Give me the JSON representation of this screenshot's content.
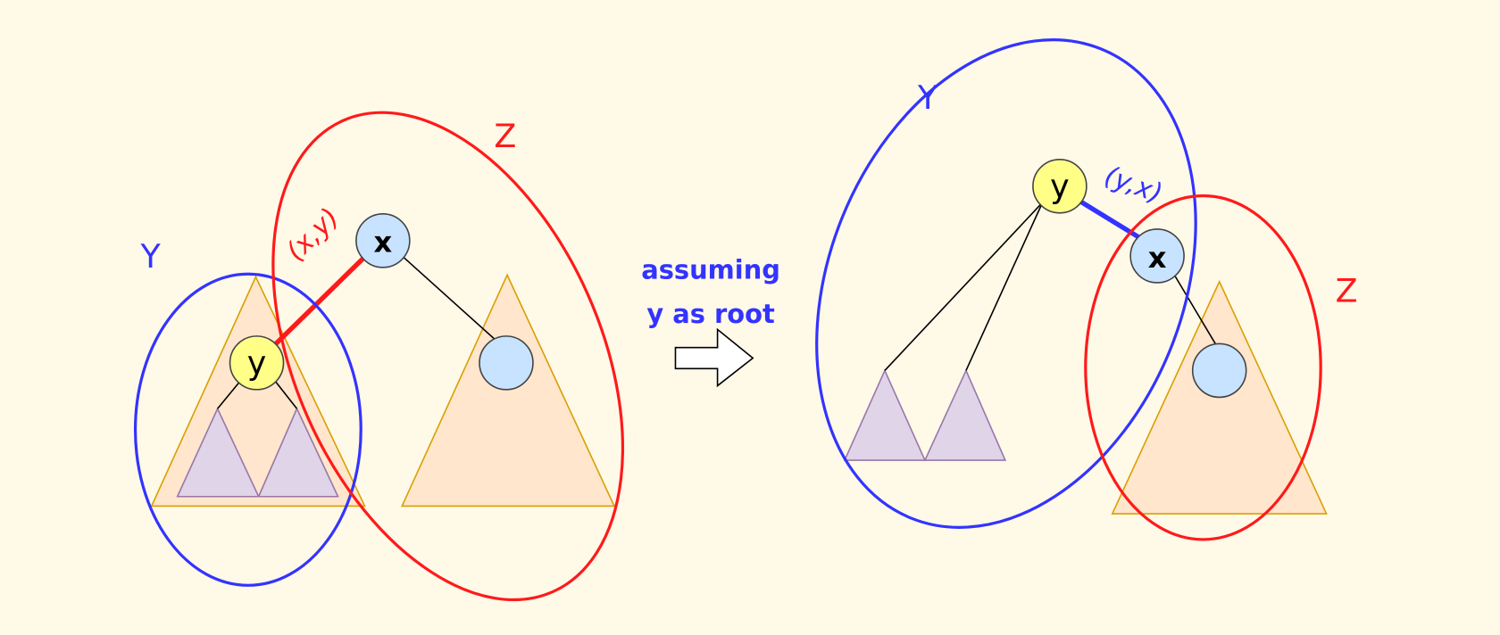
{
  "colors": {
    "background": "#fff9e8",
    "blue": "#3333ff",
    "red": "#ff1a1a",
    "node_blue": "#c8e3ff",
    "node_yellow": "#ffff88",
    "subtree_orange": "#ffe6cc",
    "subtree_purple": "#e0d4e8"
  },
  "left": {
    "Y_label": "Y",
    "Z_label": "Z",
    "node_x": "x",
    "node_y": "y",
    "edge_label": "(x,y)"
  },
  "arrow": {
    "line1": "assuming",
    "line2": "y as root"
  },
  "right": {
    "Y_label": "Y",
    "Z_label": "Z",
    "node_x": "x",
    "node_y": "y",
    "edge_label": "(y,x)"
  }
}
